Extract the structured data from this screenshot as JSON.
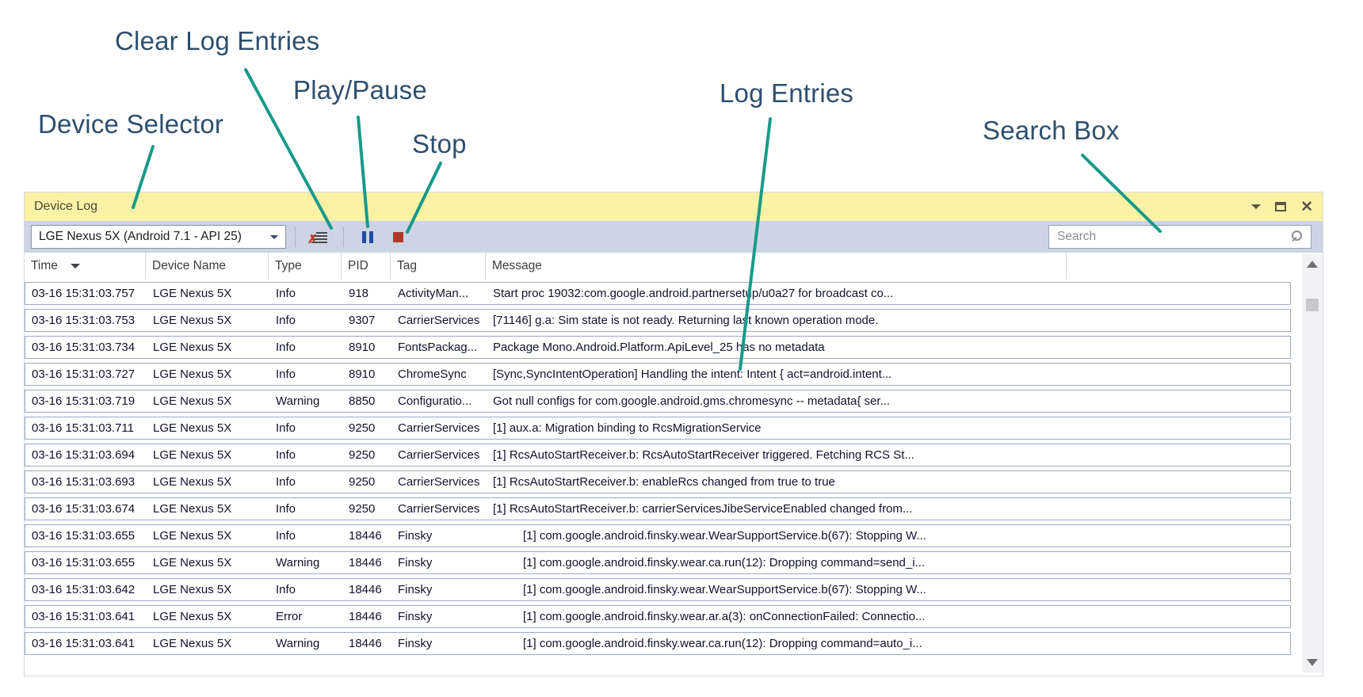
{
  "colors": {
    "titlebar": "#fbf2a6",
    "toolbar": "#cdd4e3",
    "annotation_text": "#2e4f6e",
    "annotation_line": "#189a8a",
    "row_border": "#9fa9c7",
    "pause_blue": "#1f4f9f",
    "stop_red": "#b23a27",
    "clear_x_red": "#c23b22"
  },
  "annotations": {
    "device_selector": "Device Selector",
    "clear_log": "Clear Log Entries",
    "play_pause": "Play/Pause",
    "stop": "Stop",
    "log_entries": "Log Entries",
    "search_box": "Search Box"
  },
  "window": {
    "title": "Device Log",
    "close_glyph": "✕"
  },
  "toolbar": {
    "device_selector_value": "LGE Nexus 5X (Android 7.1 - API 25)",
    "clear_x_glyph": "✗",
    "search_placeholder": "Search"
  },
  "log": {
    "columns": [
      "Time",
      "Device Name",
      "Type",
      "PID",
      "Tag",
      "Message"
    ],
    "rows": [
      {
        "time": "03-16 15:31:03.757",
        "device": "LGE Nexus 5X",
        "type": "Info",
        "pid": "918",
        "tag": "ActivityMan...",
        "message": "Start proc 19032:com.google.android.partnersetup/u0a27 for broadcast co..."
      },
      {
        "time": "03-16 15:31:03.753",
        "device": "LGE Nexus 5X",
        "type": "Info",
        "pid": "9307",
        "tag": "CarrierServices",
        "message": "[71146] g.a: Sim state is not ready. Returning last known operation mode."
      },
      {
        "time": "03-16 15:31:03.734",
        "device": "LGE Nexus 5X",
        "type": "Info",
        "pid": "8910",
        "tag": "FontsPackag...",
        "message": "Package Mono.Android.Platform.ApiLevel_25 has no metadata"
      },
      {
        "time": "03-16 15:31:03.727",
        "device": "LGE Nexus 5X",
        "type": "Info",
        "pid": "8910",
        "tag": "ChromeSync",
        "message": "[Sync,SyncIntentOperation] Handling the intent: Intent { act=android.intent..."
      },
      {
        "time": "03-16 15:31:03.719",
        "device": "LGE Nexus 5X",
        "type": "Warning",
        "pid": "8850",
        "tag": "Configuratio...",
        "message": "Got null configs for com.google.android.gms.chromesync -- metadata{ ser..."
      },
      {
        "time": "03-16 15:31:03.711",
        "device": "LGE Nexus 5X",
        "type": "Info",
        "pid": "9250",
        "tag": "CarrierServices",
        "message": "[1] aux.a: Migration binding to RcsMigrationService"
      },
      {
        "time": "03-16 15:31:03.694",
        "device": "LGE Nexus 5X",
        "type": "Info",
        "pid": "9250",
        "tag": "CarrierServices",
        "message": "[1] RcsAutoStartReceiver.b: RcsAutoStartReceiver triggered. Fetching RCS St..."
      },
      {
        "time": "03-16 15:31:03.693",
        "device": "LGE Nexus 5X",
        "type": "Info",
        "pid": "9250",
        "tag": "CarrierServices",
        "message": "[1] RcsAutoStartReceiver.b: enableRcs changed from true to true"
      },
      {
        "time": "03-16 15:31:03.674",
        "device": "LGE Nexus 5X",
        "type": "Info",
        "pid": "9250",
        "tag": "CarrierServices",
        "message": "[1] RcsAutoStartReceiver.b: carrierServicesJibeServiceEnabled changed from..."
      },
      {
        "time": "03-16 15:31:03.655",
        "device": "LGE Nexus 5X",
        "type": "Info",
        "pid": "18446",
        "tag": "Finsky",
        "message": "[1] com.google.android.finsky.wear.WearSupportService.b(67): Stopping W...",
        "indent": true
      },
      {
        "time": "03-16 15:31:03.655",
        "device": "LGE Nexus 5X",
        "type": "Warning",
        "pid": "18446",
        "tag": "Finsky",
        "message": "[1] com.google.android.finsky.wear.ca.run(12): Dropping command=send_i...",
        "indent": true
      },
      {
        "time": "03-16 15:31:03.642",
        "device": "LGE Nexus 5X",
        "type": "Info",
        "pid": "18446",
        "tag": "Finsky",
        "message": "[1] com.google.android.finsky.wear.WearSupportService.b(67): Stopping W...",
        "indent": true
      },
      {
        "time": "03-16 15:31:03.641",
        "device": "LGE Nexus 5X",
        "type": "Error",
        "pid": "18446",
        "tag": "Finsky",
        "message": "[1] com.google.android.finsky.wear.ar.a(3): onConnectionFailed: Connectio...",
        "indent": true
      },
      {
        "time": "03-16 15:31:03.641",
        "device": "LGE Nexus 5X",
        "type": "Warning",
        "pid": "18446",
        "tag": "Finsky",
        "message": "[1] com.google.android.finsky.wear.ca.run(12): Dropping command=auto_i...",
        "indent": true
      }
    ]
  }
}
